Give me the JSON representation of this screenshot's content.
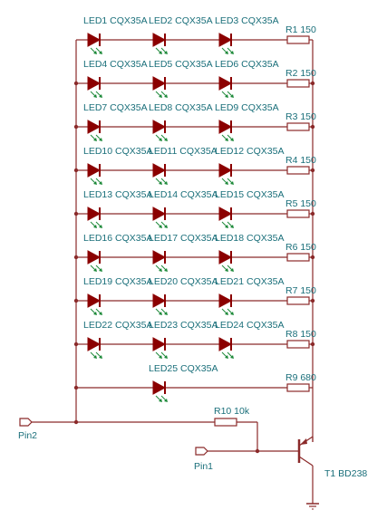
{
  "rows": [
    {
      "leds": [
        "LED1 CQX35A",
        "LED2 CQX35A",
        "LED3 CQX35A"
      ],
      "resistor": "R1 150"
    },
    {
      "leds": [
        "LED4 CQX35A",
        "LED5 CQX35A",
        "LED6 CQX35A"
      ],
      "resistor": "R2 150"
    },
    {
      "leds": [
        "LED7 CQX35A",
        "LED8 CQX35A",
        "LED9 CQX35A"
      ],
      "resistor": "R3 150"
    },
    {
      "leds": [
        "LED10 CQX35A",
        "LED11 CQX35A",
        "LED12 CQX35A"
      ],
      "resistor": "R4 150"
    },
    {
      "leds": [
        "LED13 CQX35A",
        "LED14 CQX35A",
        "LED15 CQX35A"
      ],
      "resistor": "R5 150"
    },
    {
      "leds": [
        "LED16 CQX35A",
        "LED17 CQX35A",
        "LED18 CQX35A"
      ],
      "resistor": "R6 150"
    },
    {
      "leds": [
        "LED19 CQX35A",
        "LED20 CQX35A",
        "LED21 CQX35A"
      ],
      "resistor": "R7 150"
    },
    {
      "leds": [
        "LED22 CQX35A",
        "LED23 CQX35A",
        "LED24 CQX35A"
      ],
      "resistor": "R8 150"
    }
  ],
  "single_row": {
    "led": "LED25 CQX35A",
    "resistor": "R9 680"
  },
  "base_resistor": "R10 10k",
  "transistor": "T1 BD238",
  "pins": {
    "pin2": "Pin2",
    "pin1": "Pin1"
  },
  "colors": {
    "wire": "#8b2a2a",
    "label": "#1a6f7a",
    "led": "#8b0000"
  }
}
